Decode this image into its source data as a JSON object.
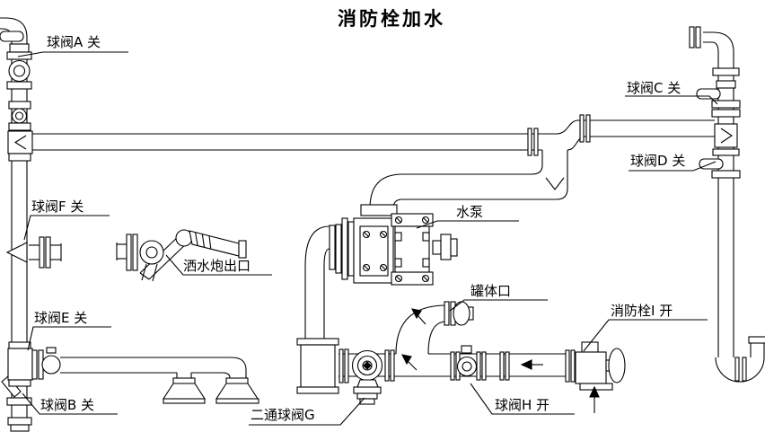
{
  "title": "消防栓加水",
  "colors": {
    "line": "#000000",
    "background": "#ffffff"
  },
  "labels": {
    "valve_a": "球阀A 关",
    "valve_b": "球阀B 关",
    "valve_c": "球阀C 关",
    "valve_d": "球阀D 关",
    "valve_e": "球阀E 关",
    "valve_f": "球阀F 关",
    "valve_g": "二通球阀G",
    "valve_h": "球阀H 开",
    "hydrant_i": "消防栓I 开",
    "pump": "水泵",
    "tank_port": "罐体口",
    "cannon_outlet": "洒水炮出口"
  }
}
